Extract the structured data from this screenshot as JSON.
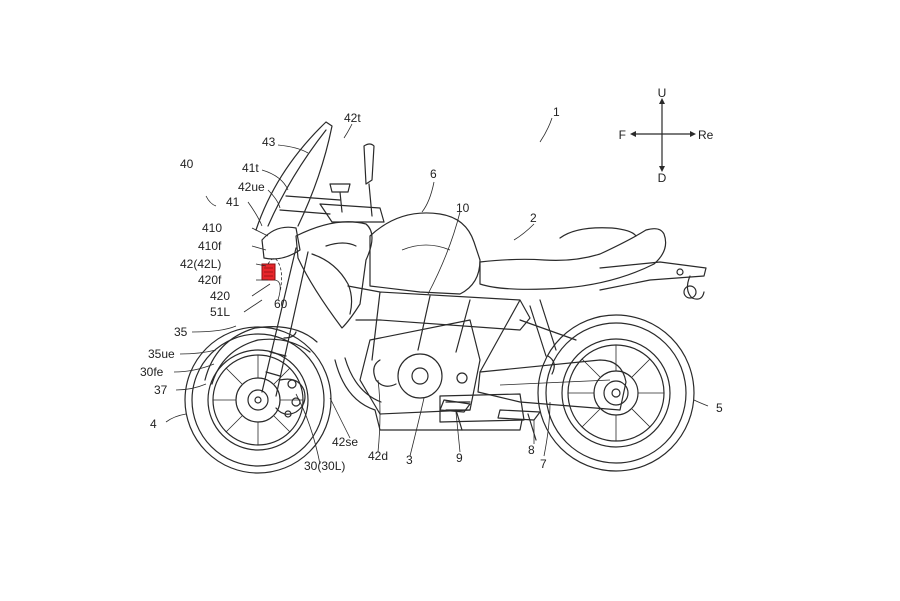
{
  "figure": {
    "highlight_color": "#e8262b",
    "line_color": "#2a2a2a",
    "background": "#ffffff"
  },
  "compass": {
    "forward": "F",
    "rear": "Re",
    "up": "U",
    "down": "D"
  },
  "labels": {
    "n1": "1",
    "n40": "40",
    "n43": "43",
    "n42t": "42t",
    "n41t": "41t",
    "n42ue": "42ue",
    "n41": "41",
    "n410": "410",
    "n410f": "410f",
    "n42_42L": "42(42L)",
    "n420f": "420f",
    "n420": "420",
    "n51L": "51L",
    "n60": "60",
    "n35": "35",
    "n35ue": "35ue",
    "n30fe": "30fe",
    "n37": "37",
    "n4": "4",
    "n42se": "42se",
    "n30_30L": "30(30L)",
    "n42d": "42d",
    "n3": "3",
    "n9": "9",
    "n8": "8",
    "n7": "7",
    "n5": "5",
    "n6": "6",
    "n10": "10",
    "n2": "2"
  }
}
